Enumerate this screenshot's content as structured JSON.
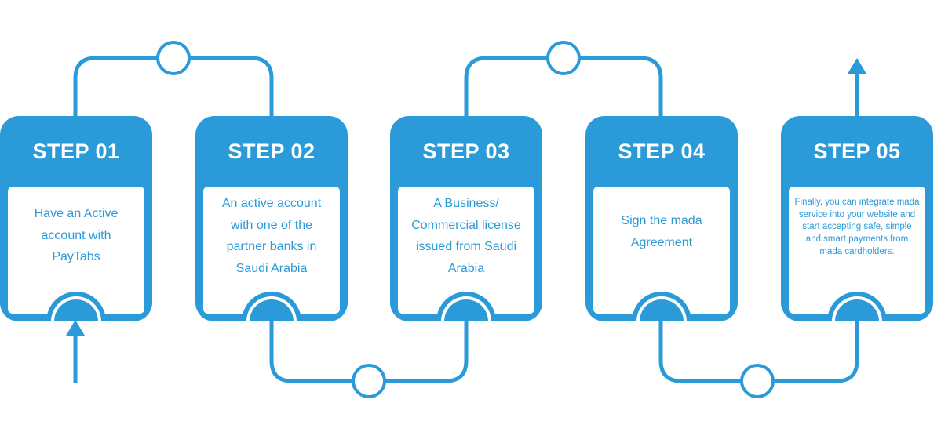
{
  "diagram": {
    "accent_color": "#2b9ad8",
    "steps": [
      {
        "title": "STEP 01",
        "text": "Have an Active account with PayTabs"
      },
      {
        "title": "STEP 02",
        "text": "An active account with one of the partner banks in Saudi Arabia"
      },
      {
        "title": "STEP 03",
        "text": "A Business/ Commercial license issued from Saudi Arabia"
      },
      {
        "title": "STEP 04",
        "text": "Sign the mada Agreement"
      },
      {
        "title": "STEP 05",
        "text": "Finally, you can integrate mada service into your website and start accepting safe, simple and smart payments from mada cardholders."
      }
    ]
  }
}
